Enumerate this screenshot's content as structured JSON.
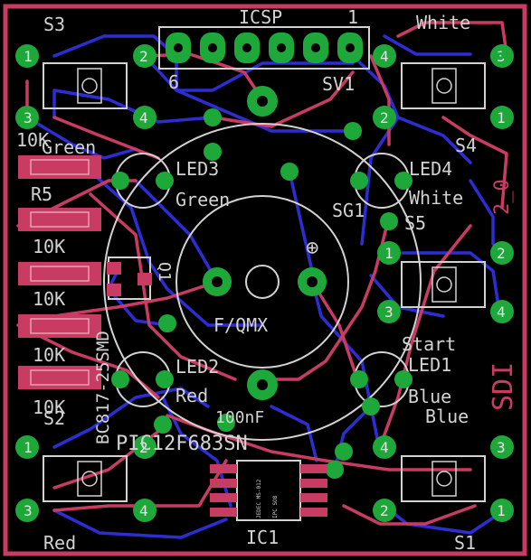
{
  "colors": {
    "background": "#000000",
    "outline": "#c83c64",
    "top_trace": "#c83c64",
    "bottom_trace": "#2d2dd2",
    "silkscreen": "#d2d2d2",
    "pad": "#1fa83a"
  },
  "header": {
    "title": "ICSP",
    "pin_first": "1",
    "pin_last": "6",
    "connector": "SV1"
  },
  "switches": {
    "s3": {
      "name": "S3"
    },
    "white_top": {
      "name": "White"
    },
    "s4": {
      "name": "S4"
    },
    "s5": {
      "name": "S5"
    },
    "start": {
      "name": "Start"
    },
    "s2": {
      "name": "S2"
    },
    "red": {
      "name": "Red"
    },
    "s1": {
      "name": "S1"
    }
  },
  "pads": {
    "p1": "1",
    "p2": "2",
    "p3": "3",
    "p4": "4"
  },
  "leds": {
    "led3": {
      "ref": "LED3",
      "color": "Green"
    },
    "led4": {
      "ref": "LED4",
      "color": "White"
    },
    "led2": {
      "ref": "LED2",
      "color": "Red"
    },
    "led1": {
      "ref": "LED1",
      "color": "Blue"
    }
  },
  "labels_right": {
    "blue": "Blue",
    "version": "2_0",
    "brand": "SDI"
  },
  "buzzer": {
    "ref": "SG1",
    "part": "F/QMX",
    "plus": "⊕"
  },
  "resistors": {
    "green": "Green",
    "r_value": "10K",
    "ref": "R5",
    "values": [
      "10K",
      "10K",
      "10K",
      "10K"
    ]
  },
  "transistor": {
    "ref": "Q1",
    "part": "BC817-25SMD"
  },
  "chip": {
    "ref": "IC1",
    "part": "PIC12F683SN",
    "cap": "100nF",
    "mark_left": "JEDEC MS-012",
    "mark_right": "IPC SO8"
  }
}
